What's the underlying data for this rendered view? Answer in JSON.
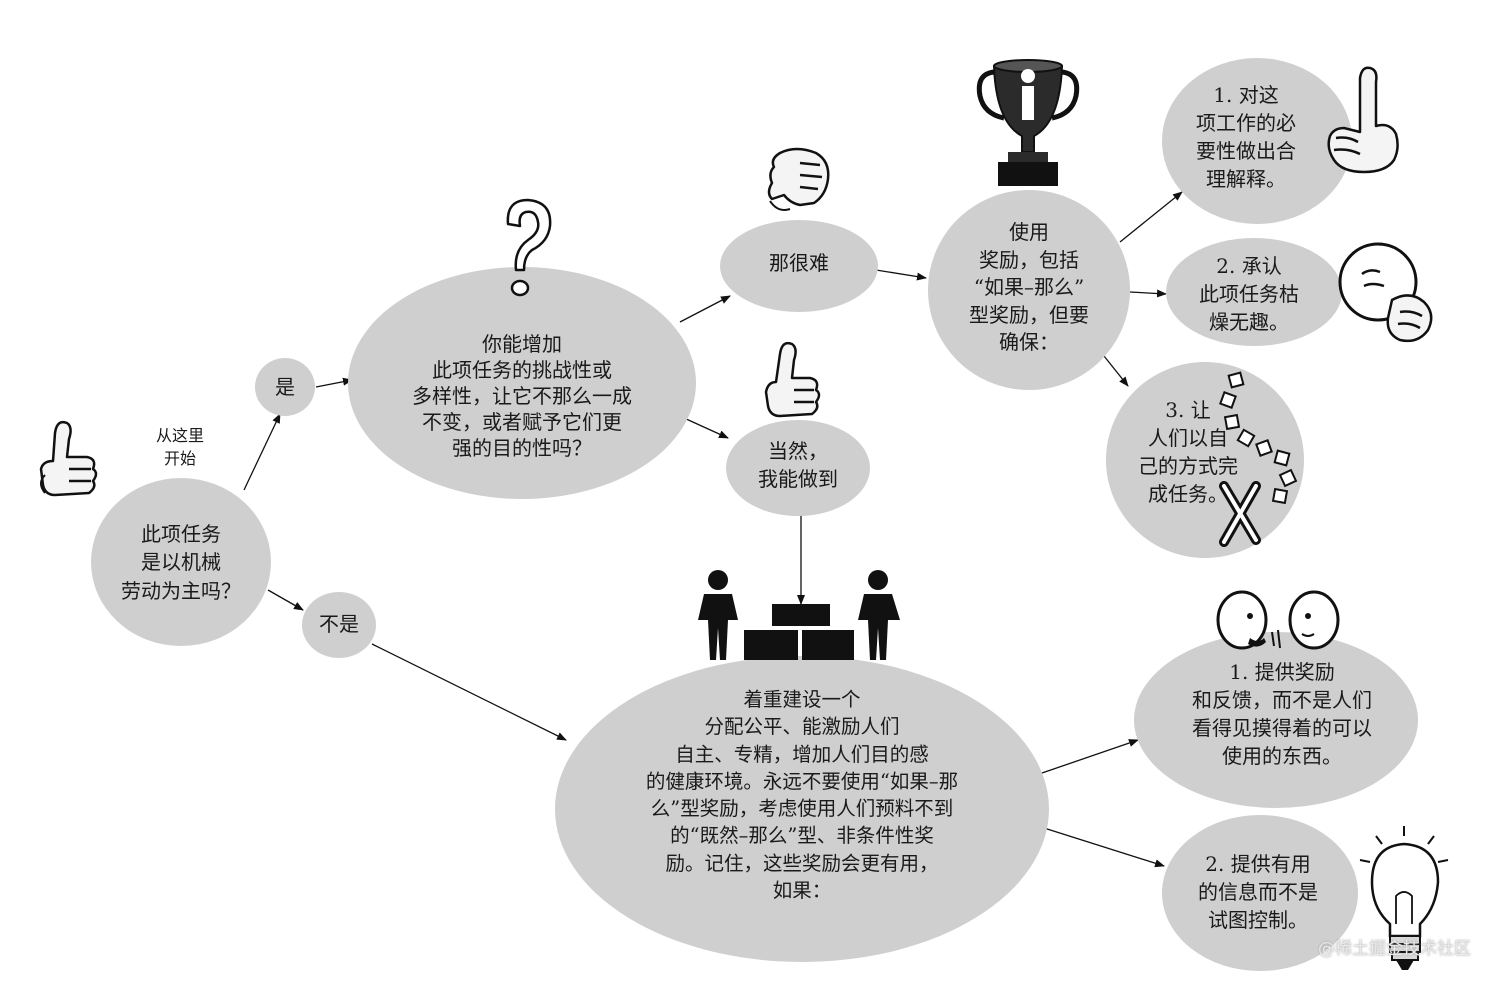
{
  "start_label": "从这里\n开始",
  "nodes": {
    "q_mechanical": "此项任务\n是以机械\n劳动为主吗？",
    "yes": "是",
    "no": "不是",
    "q_variety": "你能增加\n此项任务的挑战性或\n多样性，让它不那么一成\n不变，或者赋予它们更\n强的目的性吗？",
    "hard": "那很难",
    "sure": "当然，\n我能做到",
    "use_rewards": "使用\n奖励，包括\n“如果–那么”\n型奖励，但要\n确保：",
    "r1": "1. 对这\n项工作的必\n要性做出合\n理解释。",
    "r2": "2. 承认\n此项任务枯\n燥无趣。",
    "r3": "3. 让\n人们以自\n己的方式完\n成任务。",
    "environment": "着重建设一个\n分配公平、能激励人们\n自主、专精，增加人们目的感\n的健康环境。永远不要使用“如果–那\n么”型奖励，考虑使用人们预料不到\n的“既然–那么”型、非条件性奖\n励。记住，这些奖励会更有用，\n如果：",
    "e1": "1. 提供奖励\n和反馈，而不是人们\n看得见摸得着的可以\n使用的东西。",
    "e2": "2. 提供有用\n的信息而不是\n试图控制。"
  },
  "watermark": "@稀土掘金技术社区"
}
